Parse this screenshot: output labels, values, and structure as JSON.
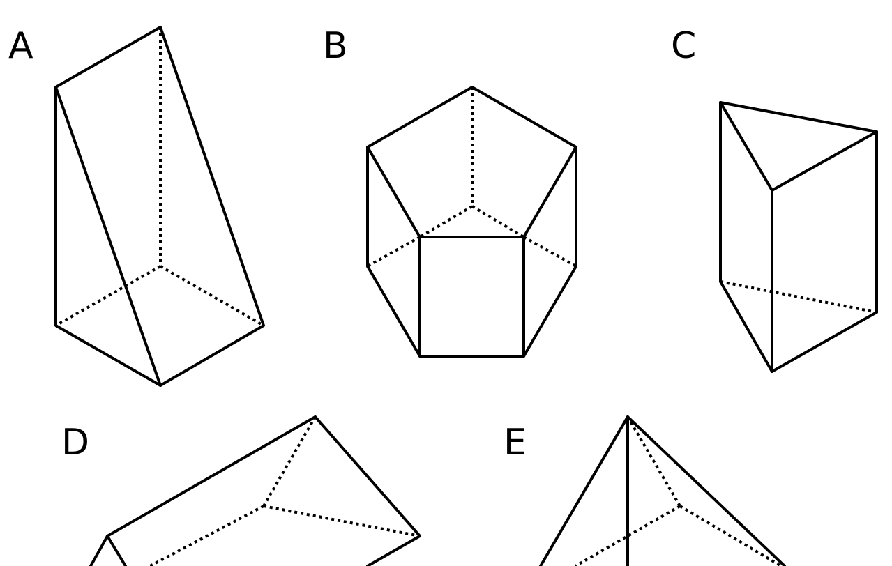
{
  "figures": [
    {
      "id": "A",
      "label": "A"
    },
    {
      "id": "B",
      "label": "B"
    },
    {
      "id": "C",
      "label": "C"
    },
    {
      "id": "D",
      "label": "D"
    },
    {
      "id": "E",
      "label": "E"
    }
  ]
}
